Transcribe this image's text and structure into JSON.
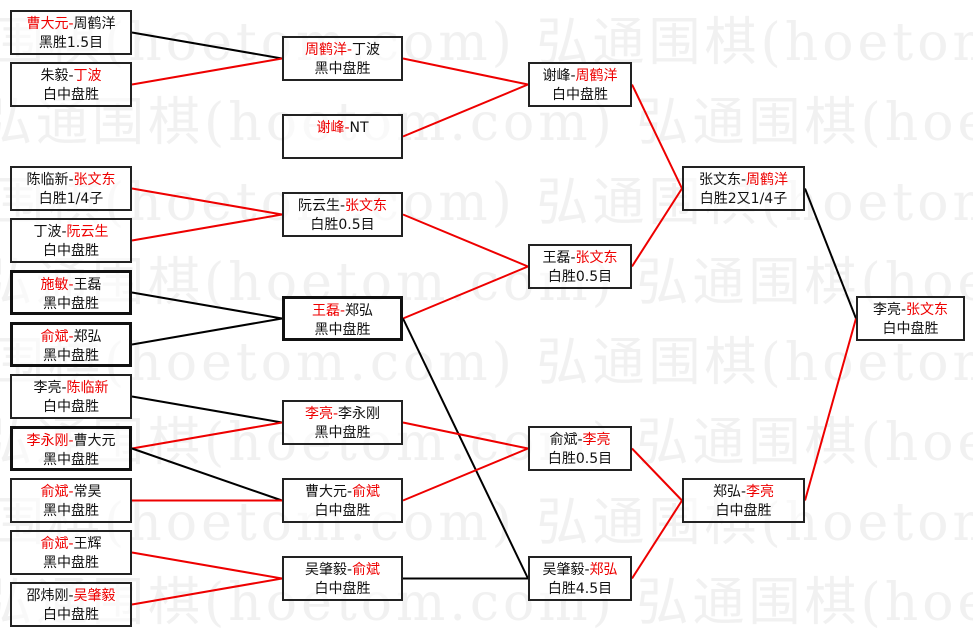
{
  "watermark": "弘通围棋(hoetom.com)",
  "colors": {
    "winner": "#ee0000",
    "line_red": "#ee0000",
    "line_black": "#000000"
  },
  "rounds": [
    {
      "name": "round1",
      "matches": [
        {
          "p1": "曹大元",
          "p2": "周鹤洋",
          "winner": 1,
          "result": "黑胜1.5目"
        },
        {
          "p1": "朱毅",
          "p2": "丁波",
          "winner": 2,
          "result": "白中盘胜"
        },
        {
          "p1": "陈临新",
          "p2": "张文东",
          "winner": 2,
          "result": "白胜1/4子"
        },
        {
          "p1": "丁波",
          "p2": "阮云生",
          "winner": 2,
          "result": "白中盘胜"
        },
        {
          "p1": "施敏",
          "p2": "王磊",
          "winner": 1,
          "result": "黑中盘胜"
        },
        {
          "p1": "俞斌",
          "p2": "郑弘",
          "winner": 1,
          "result": "黑中盘胜"
        },
        {
          "p1": "李亮",
          "p2": "陈临新",
          "winner": 2,
          "result": "白中盘胜"
        },
        {
          "p1": "李永刚",
          "p2": "曹大元",
          "winner": 1,
          "result": "黑中盘胜"
        },
        {
          "p1": "俞斌",
          "p2": "常昊",
          "winner": 1,
          "result": "黑中盘胜"
        },
        {
          "p1": "俞斌",
          "p2": "王辉",
          "winner": 1,
          "result": "黑中盘胜"
        },
        {
          "p1": "邵炜刚",
          "p2": "吴肇毅",
          "winner": 2,
          "result": "白中盘胜"
        }
      ]
    },
    {
      "name": "round2",
      "matches": [
        {
          "p1": "周鹤洋",
          "p2": "丁波",
          "winner": 1,
          "result": "黑中盘胜"
        },
        {
          "p1": "谢峰",
          "p2": "NT",
          "winner": 1,
          "result": ""
        },
        {
          "p1": "阮云生",
          "p2": "张文东",
          "winner": 2,
          "result": "白胜0.5目"
        },
        {
          "p1": "王磊",
          "p2": "郑弘",
          "winner": 1,
          "result": "黑中盘胜"
        },
        {
          "p1": "李亮",
          "p2": "李永刚",
          "winner": 1,
          "result": "黑中盘胜"
        },
        {
          "p1": "曹大元",
          "p2": "俞斌",
          "winner": 2,
          "result": "白中盘胜"
        },
        {
          "p1": "吴肇毅",
          "p2": "俞斌",
          "winner": 2,
          "result": "白中盘胜"
        }
      ]
    },
    {
      "name": "round3",
      "matches": [
        {
          "p1": "谢峰",
          "p2": "周鹤洋",
          "winner": 2,
          "result": "白中盘胜"
        },
        {
          "p1": "王磊",
          "p2": "张文东",
          "winner": 2,
          "result": "白胜0.5目"
        },
        {
          "p1": "俞斌",
          "p2": "李亮",
          "winner": 2,
          "result": "白胜0.5目"
        },
        {
          "p1": "吴肇毅",
          "p2": "郑弘",
          "winner": 2,
          "result": "白胜4.5目"
        }
      ]
    },
    {
      "name": "semifinal",
      "matches": [
        {
          "p1": "张文东",
          "p2": "周鹤洋",
          "winner": 2,
          "result": "白胜2又1/4子"
        },
        {
          "p1": "郑弘",
          "p2": "李亮",
          "winner": 2,
          "result": "白中盘胜"
        }
      ]
    },
    {
      "name": "final",
      "matches": [
        {
          "p1": "李亮",
          "p2": "张文东",
          "winner": 2,
          "result": "白中盘胜"
        }
      ]
    }
  ]
}
